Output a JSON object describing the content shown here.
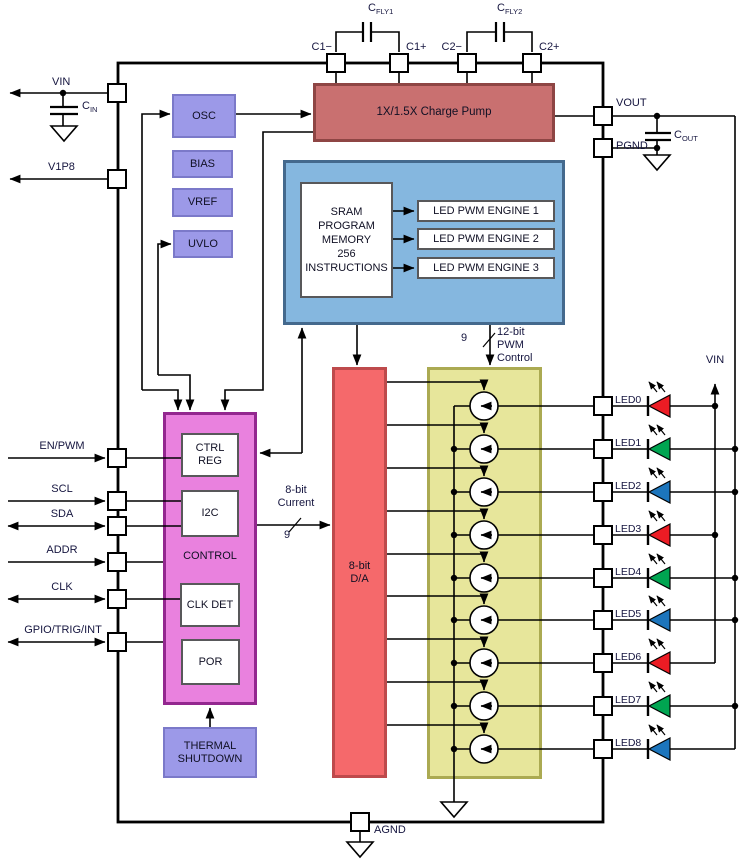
{
  "pins": {
    "c1_minus": "C1−",
    "c1_plus": "C1+",
    "c2_minus": "C2−",
    "c2_plus": "C2+",
    "vin": "VIN",
    "v1p8": "V1P8",
    "en_pwm": "EN/PWM",
    "scl": "SCL",
    "sda": "SDA",
    "addr": "ADDR",
    "clk": "CLK",
    "gpio": "GPIO/TRIG/INT",
    "vout": "VOUT",
    "pgnd": "PGND",
    "agnd": "AGND",
    "vin_rail": "VIN"
  },
  "caps": {
    "cin": {
      "base": "C",
      "sub": "IN"
    },
    "cout": {
      "base": "C",
      "sub": "OUT"
    },
    "cfly1": {
      "base": "C",
      "sub": "FLY1"
    },
    "cfly2": {
      "base": "C",
      "sub": "FLY2"
    }
  },
  "blocks": {
    "osc": "OSC",
    "bias": "BIAS",
    "vref": "VREF",
    "uvlo": "UVLO",
    "charge_pump": "1X/1.5X Charge Pump",
    "sram": "SRAM\nPROGRAM\nMEMORY\n256\nINSTRUCTIONS",
    "engine1": "LED PWM ENGINE 1",
    "engine2": "LED PWM ENGINE 2",
    "engine3": "LED PWM ENGINE 3",
    "ctrl_reg": "CTRL\nREG",
    "i2c": "I2C",
    "control": "CONTROL",
    "clk_det": "CLK DET",
    "por": "POR",
    "thermal": "THERMAL\nSHUTDOWN",
    "dac": "8-bit\nD/A"
  },
  "buses": {
    "current_label": "8-bit\nCurrent",
    "current_width": "9",
    "pwm_label": "12-bit\nPWM\nControl",
    "pwm_width": "9"
  },
  "leds": [
    {
      "label": "LED0",
      "color": "#EC1C24"
    },
    {
      "label": "LED1",
      "color": "#00A551"
    },
    {
      "label": "LED2",
      "color": "#1C75BC"
    },
    {
      "label": "LED3",
      "color": "#EC1C24"
    },
    {
      "label": "LED4",
      "color": "#00A551"
    },
    {
      "label": "LED5",
      "color": "#1C75BC"
    },
    {
      "label": "LED6",
      "color": "#EC1C24"
    },
    {
      "label": "LED7",
      "color": "#00A551"
    },
    {
      "label": "LED8",
      "color": "#1C75BC"
    }
  ],
  "colors": {
    "charge_pump_fill": "#C97070",
    "charge_pump_border": "#8E4544",
    "periwinkle_fill": "#9C99E8",
    "periwinkle_border": "#7B79C9",
    "program_block_fill": "#85B7DF",
    "program_block_border": "#44698D",
    "control_fill": "#E981DE",
    "control_border": "#93278F",
    "dac_fill": "#F5696B",
    "dac_border": "#BE4A4C",
    "current_sink_fill": "#E7E69B",
    "current_sink_border": "#ABAA52",
    "led_red": "#EC1C24",
    "led_green": "#00A551",
    "led_blue": "#1C75BC"
  }
}
